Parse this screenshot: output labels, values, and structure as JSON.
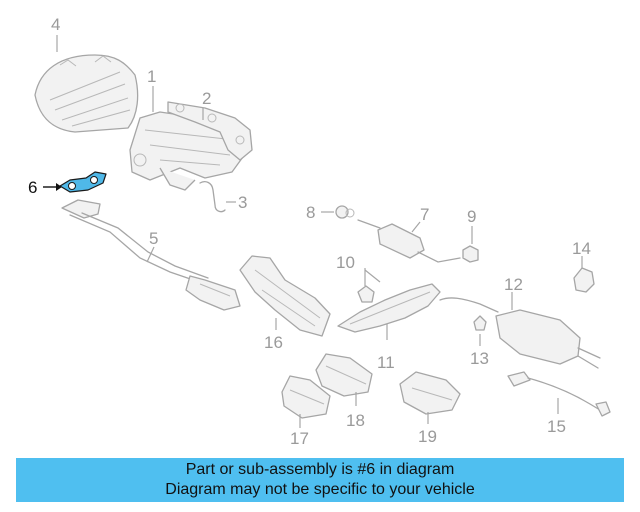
{
  "callouts": {
    "c1": "1",
    "c2": "2",
    "c3": "3",
    "c4": "4",
    "c5": "5",
    "c6": "6",
    "c7": "7",
    "c8": "8",
    "c9": "9",
    "c10": "10",
    "c11": "11",
    "c12": "12",
    "c13": "13",
    "c14": "14",
    "c15": "15",
    "c16": "16",
    "c17": "17",
    "c18": "18",
    "c19": "19"
  },
  "banner": {
    "line1": "Part or sub-assembly is #6 in diagram",
    "line2": "Diagram may not be specific to your vehicle"
  },
  "colors": {
    "highlight": "#4fb8e8",
    "banner_background": "#4fbff0"
  }
}
